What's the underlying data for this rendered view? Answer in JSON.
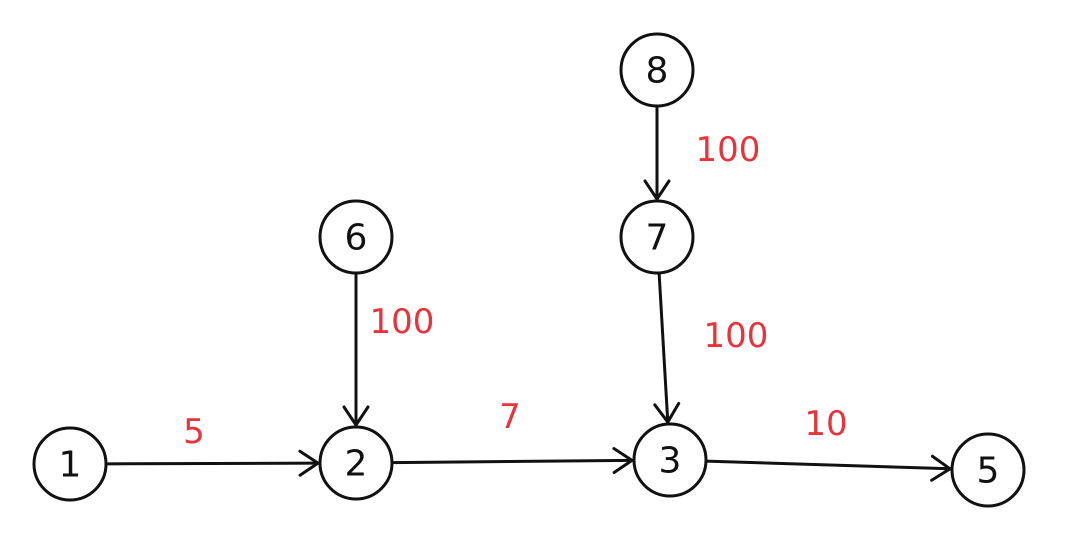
{
  "colors": {
    "stroke": "#111111",
    "weight": "#e8333b"
  },
  "nodes": [
    {
      "id": "1",
      "label": "1"
    },
    {
      "id": "2",
      "label": "2"
    },
    {
      "id": "3",
      "label": "3"
    },
    {
      "id": "5",
      "label": "5"
    },
    {
      "id": "6",
      "label": "6"
    },
    {
      "id": "7",
      "label": "7"
    },
    {
      "id": "8",
      "label": "8"
    }
  ],
  "edges": [
    {
      "from": "1",
      "to": "2",
      "weight": "5"
    },
    {
      "from": "6",
      "to": "2",
      "weight": "100"
    },
    {
      "from": "2",
      "to": "3",
      "weight": "7"
    },
    {
      "from": "8",
      "to": "7",
      "weight": "100"
    },
    {
      "from": "7",
      "to": "3",
      "weight": "100"
    },
    {
      "from": "3",
      "to": "5",
      "weight": "10"
    }
  ]
}
